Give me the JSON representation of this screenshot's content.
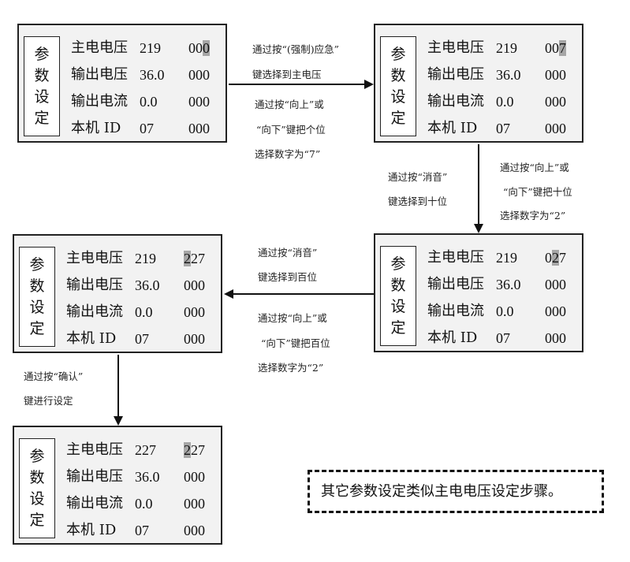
{
  "panel_label": "参数设定",
  "panels": [
    {
      "rows": [
        {
          "name": "主电电压",
          "value": "219",
          "code": "000",
          "hl": 2
        },
        {
          "name": "输出电压",
          "value": "36.0",
          "code": "000",
          "hl": -1
        },
        {
          "name": "输出电流",
          "value": "0.0",
          "code": "000",
          "hl": -1
        },
        {
          "name": "本机 ID",
          "value": "07",
          "code": "000",
          "hl": -1
        }
      ]
    },
    {
      "rows": [
        {
          "name": "主电电压",
          "value": "219",
          "code": "007",
          "hl": 2
        },
        {
          "name": "输出电压",
          "value": "36.0",
          "code": "000",
          "hl": -1
        },
        {
          "name": "输出电流",
          "value": "0.0",
          "code": "000",
          "hl": -1
        },
        {
          "name": "本机 ID",
          "value": "07",
          "code": "000",
          "hl": -1
        }
      ]
    },
    {
      "rows": [
        {
          "name": "主电电压",
          "value": "219",
          "code": "027",
          "hl": 1
        },
        {
          "name": "输出电压",
          "value": "36.0",
          "code": "000",
          "hl": -1
        },
        {
          "name": "输出电流",
          "value": "0.0",
          "code": "000",
          "hl": -1
        },
        {
          "name": "本机 ID",
          "value": "07",
          "code": "000",
          "hl": -1
        }
      ]
    },
    {
      "rows": [
        {
          "name": "主电电压",
          "value": "219",
          "code": "227",
          "hl": 0
        },
        {
          "name": "输出电压",
          "value": "36.0",
          "code": "000",
          "hl": -1
        },
        {
          "name": "输出电流",
          "value": "0.0",
          "code": "000",
          "hl": -1
        },
        {
          "name": "本机 ID",
          "value": "07",
          "code": "000",
          "hl": -1
        }
      ]
    },
    {
      "rows": [
        {
          "name": "主电电压",
          "value": "227",
          "code": "227",
          "hl": 0
        },
        {
          "name": "输出电压",
          "value": "36.0",
          "code": "000",
          "hl": -1
        },
        {
          "name": "输出电流",
          "value": "0.0",
          "code": "000",
          "hl": -1
        },
        {
          "name": "本机 ID",
          "value": "07",
          "code": "000",
          "hl": -1
        }
      ]
    }
  ],
  "notes": {
    "n1a": "通过按“(强制)应急”",
    "n1b": "键选择到主电压",
    "n2a": "通过按“向上”或",
    "n2b": "“向下”键把个位",
    "n2c": "选择数字为“7”",
    "n3a": "通过按“消音”",
    "n3b": "键选择到十位",
    "n4a": "通过按“向上”或",
    "n4b": "“向下”键把十位",
    "n4c": "选择数字为“2”",
    "n5a": "通过按“消音”",
    "n5b": "键选择到百位",
    "n6a": "通过按“向上”或",
    "n6b": "“向下”键把百位",
    "n6c": "选择数字为“2”",
    "n7a": "通过按“确认”",
    "n7b": "键进行设定"
  },
  "footer_note": "其它参数设定类似主电电压设定步骤。"
}
